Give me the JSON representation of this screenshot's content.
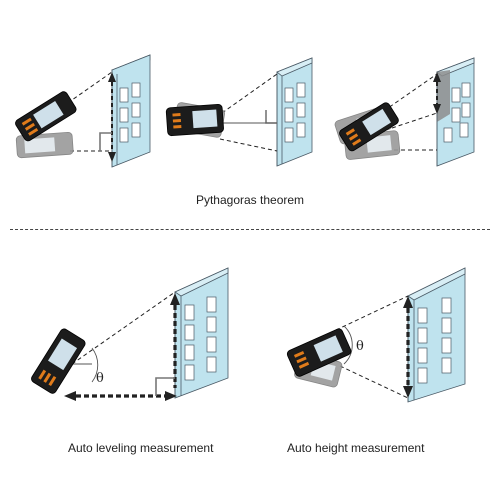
{
  "captions": {
    "top": "Pythagoras theorem",
    "bottom_left": "Auto leveling measurement",
    "bottom_right": "Auto height measurement"
  },
  "angle_symbol": "θ",
  "colors": {
    "building_face": "#bfe3ee",
    "building_top": "#d8eef5",
    "building_side": "#9fcfdd",
    "window": "#ffffff",
    "outline": "#4a5a66",
    "device_body": "#1c1c1c",
    "device_screen": "#cfe0ea",
    "device_keys": "#e07b1a",
    "ghost_device": "#9a9a9a",
    "line": "#222222"
  }
}
